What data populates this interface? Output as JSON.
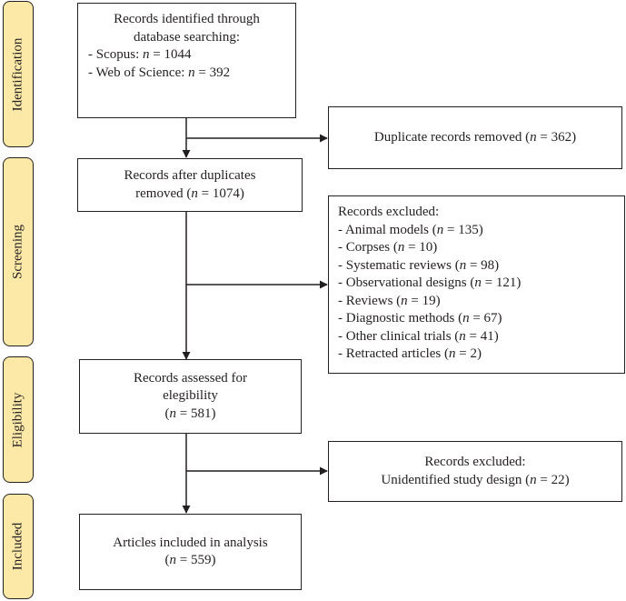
{
  "stages": {
    "identification": "Identification",
    "screening": "Screening",
    "eligibility": "Eligibility",
    "included": "Included"
  },
  "identified": {
    "title_line1": "Records identified through",
    "title_line2": "database searching:",
    "scopus_label": "- Scopus: ",
    "scopus_n": "n",
    "scopus_value": " = 1044",
    "wos_label": "- Web of Science: ",
    "wos_n": "n",
    "wos_value": " = 392"
  },
  "duplicates_removed": {
    "label": "Duplicate records removed (",
    "n": "n",
    "value": " = 362)"
  },
  "after_duplicates": {
    "line1": "Records after duplicates",
    "line2_label": "removed (",
    "n": "n",
    "line2_value": " = 1074)"
  },
  "excluded_screening": {
    "title": "Records excluded:",
    "items": [
      {
        "label": "- Animal models (",
        "n": "n",
        "value": " = 135)"
      },
      {
        "label": "- Corpses (",
        "n": "n",
        "value": " = 10)"
      },
      {
        "label": "- Systematic reviews (",
        "n": "n",
        "value": " = 98)"
      },
      {
        "label": "- Observational designs (",
        "n": "n",
        "value": " = 121)"
      },
      {
        "label": "- Reviews (",
        "n": "n",
        "value": " = 19)"
      },
      {
        "label": "- Diagnostic methods (",
        "n": "n",
        "value": " = 67)"
      },
      {
        "label": "- Other clinical trials (",
        "n": "n",
        "value": " = 41)"
      },
      {
        "label": "- Retracted articles (",
        "n": "n",
        "value": " = 2)"
      }
    ]
  },
  "assessed": {
    "line1": "Records assessed for",
    "line2": "elegibility",
    "line3_open": "(",
    "n": "n",
    "line3_value": " = 581)"
  },
  "excluded_eligibility": {
    "line1": "Records excluded:",
    "line2_label": "Unidentified study design (",
    "n": "n",
    "line2_value": " = 22)"
  },
  "included": {
    "line1": "Articles included in analysis",
    "line2_open": "(",
    "n": "n",
    "line2_value": " = 559)"
  },
  "colors": {
    "stage_fill": "#fce9a8",
    "stroke": "#231f20",
    "box_fill": "#ffffff"
  }
}
